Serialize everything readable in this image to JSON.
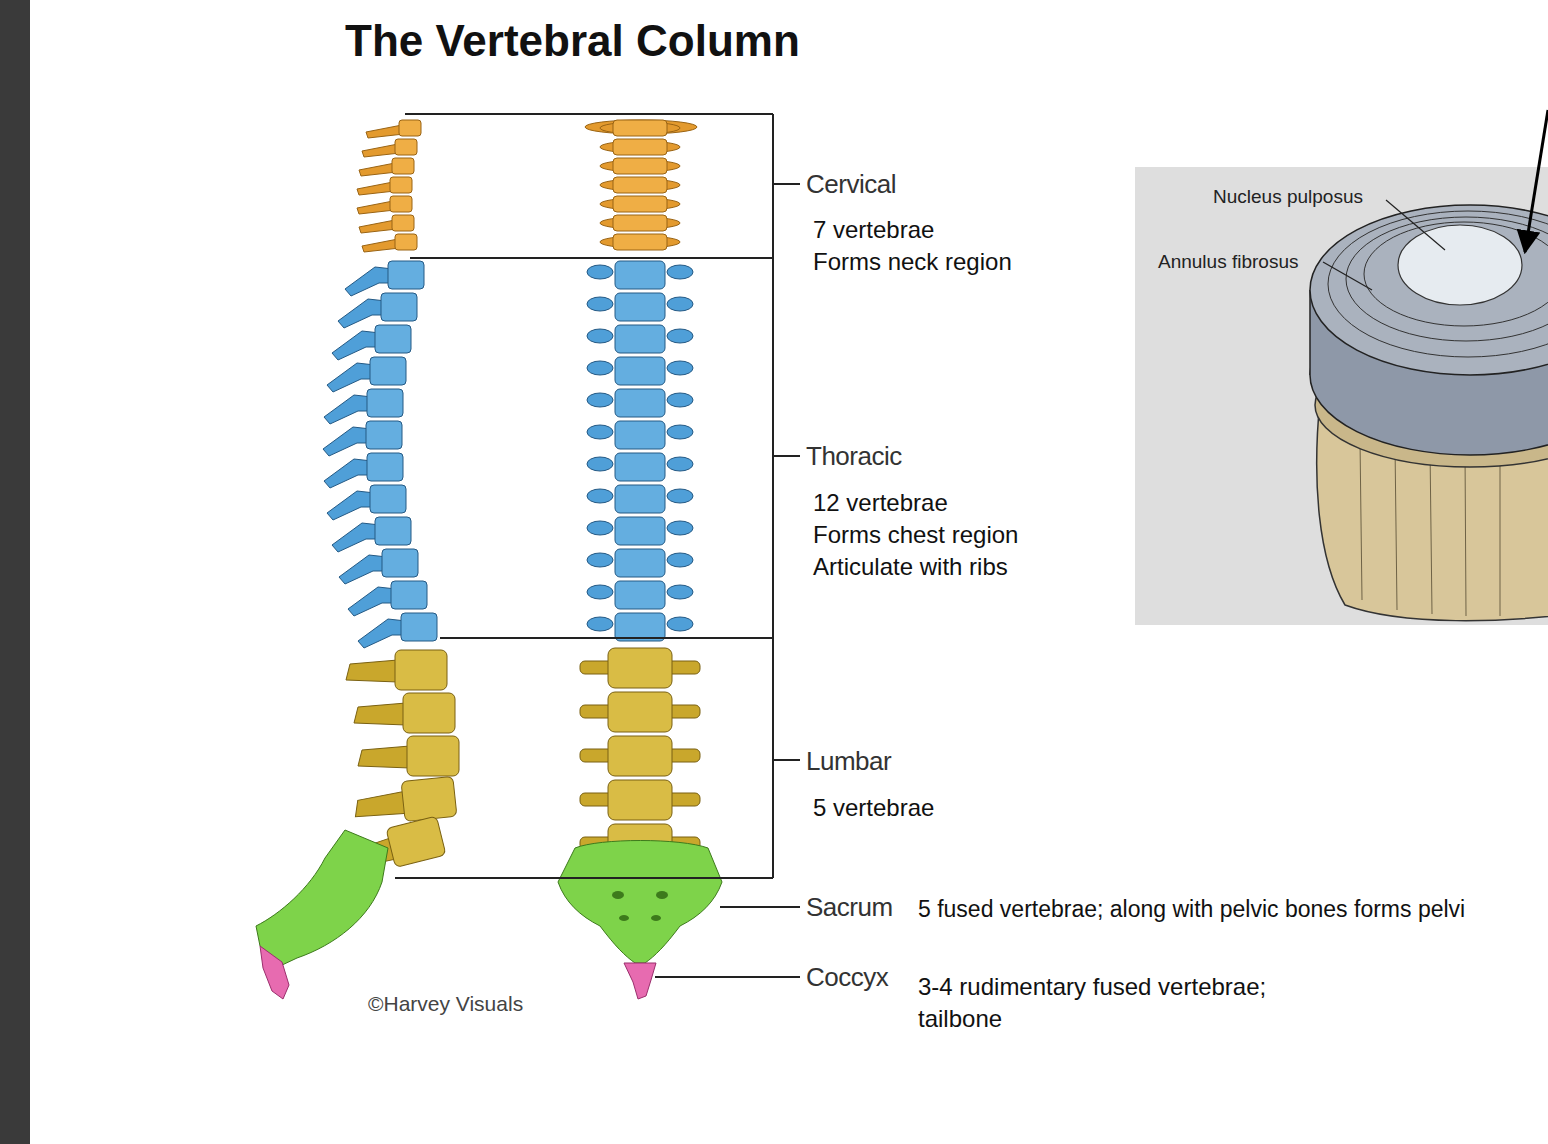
{
  "diagram": {
    "title": "The Vertebral Column",
    "labels": [
      "Cervical",
      "7 vertebrae",
      "Forms neck region",
      "Thoracic",
      "12 vertebrae",
      "Forms chest region",
      "Articulate with ribs",
      "Lumbar",
      "5 vertebrae",
      "Sacrum",
      "5 fused vertebrae; along with pelvic bones forms pelvi",
      "Coccyx",
      "3-4 rudimentary fused vertebrae;",
      "tailbone",
      "©Harvey Visuals",
      "Nucleus pulposus",
      "Annulus fibrosus"
    ]
  }
}
